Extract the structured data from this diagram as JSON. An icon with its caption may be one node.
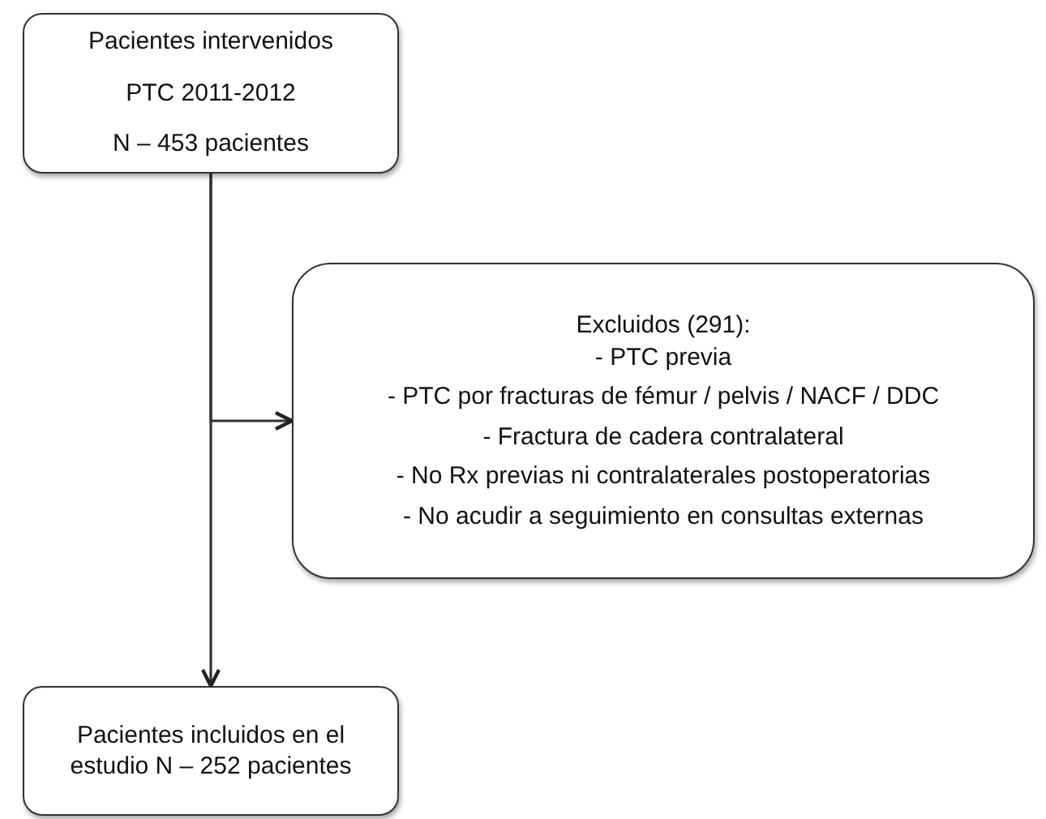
{
  "diagram": {
    "nodes": [
      {
        "text": [
          "Pacientes intervenidos",
          "PTC 2011-2012",
          "N – 453 pacientes"
        ]
      },
      {
        "text": [
          "Excluidos (291):",
          "- PTC previa",
          "- PTC por fracturas de fémur / pelvis / NACF / DDC",
          "- Fractura de cadera contralateral",
          "- No Rx previas ni contralaterales postoperatorias",
          "- No acudir a seguimiento en consultas externas"
        ]
      },
      {
        "text": [
          "Pacientes incluidos en el estudio N – 252 pacientes"
        ]
      }
    ],
    "edges": [
      {
        "from": 0,
        "to": 2,
        "arrow": "to"
      },
      {
        "from": 0,
        "to": 1,
        "arrow": "to"
      }
    ]
  }
}
